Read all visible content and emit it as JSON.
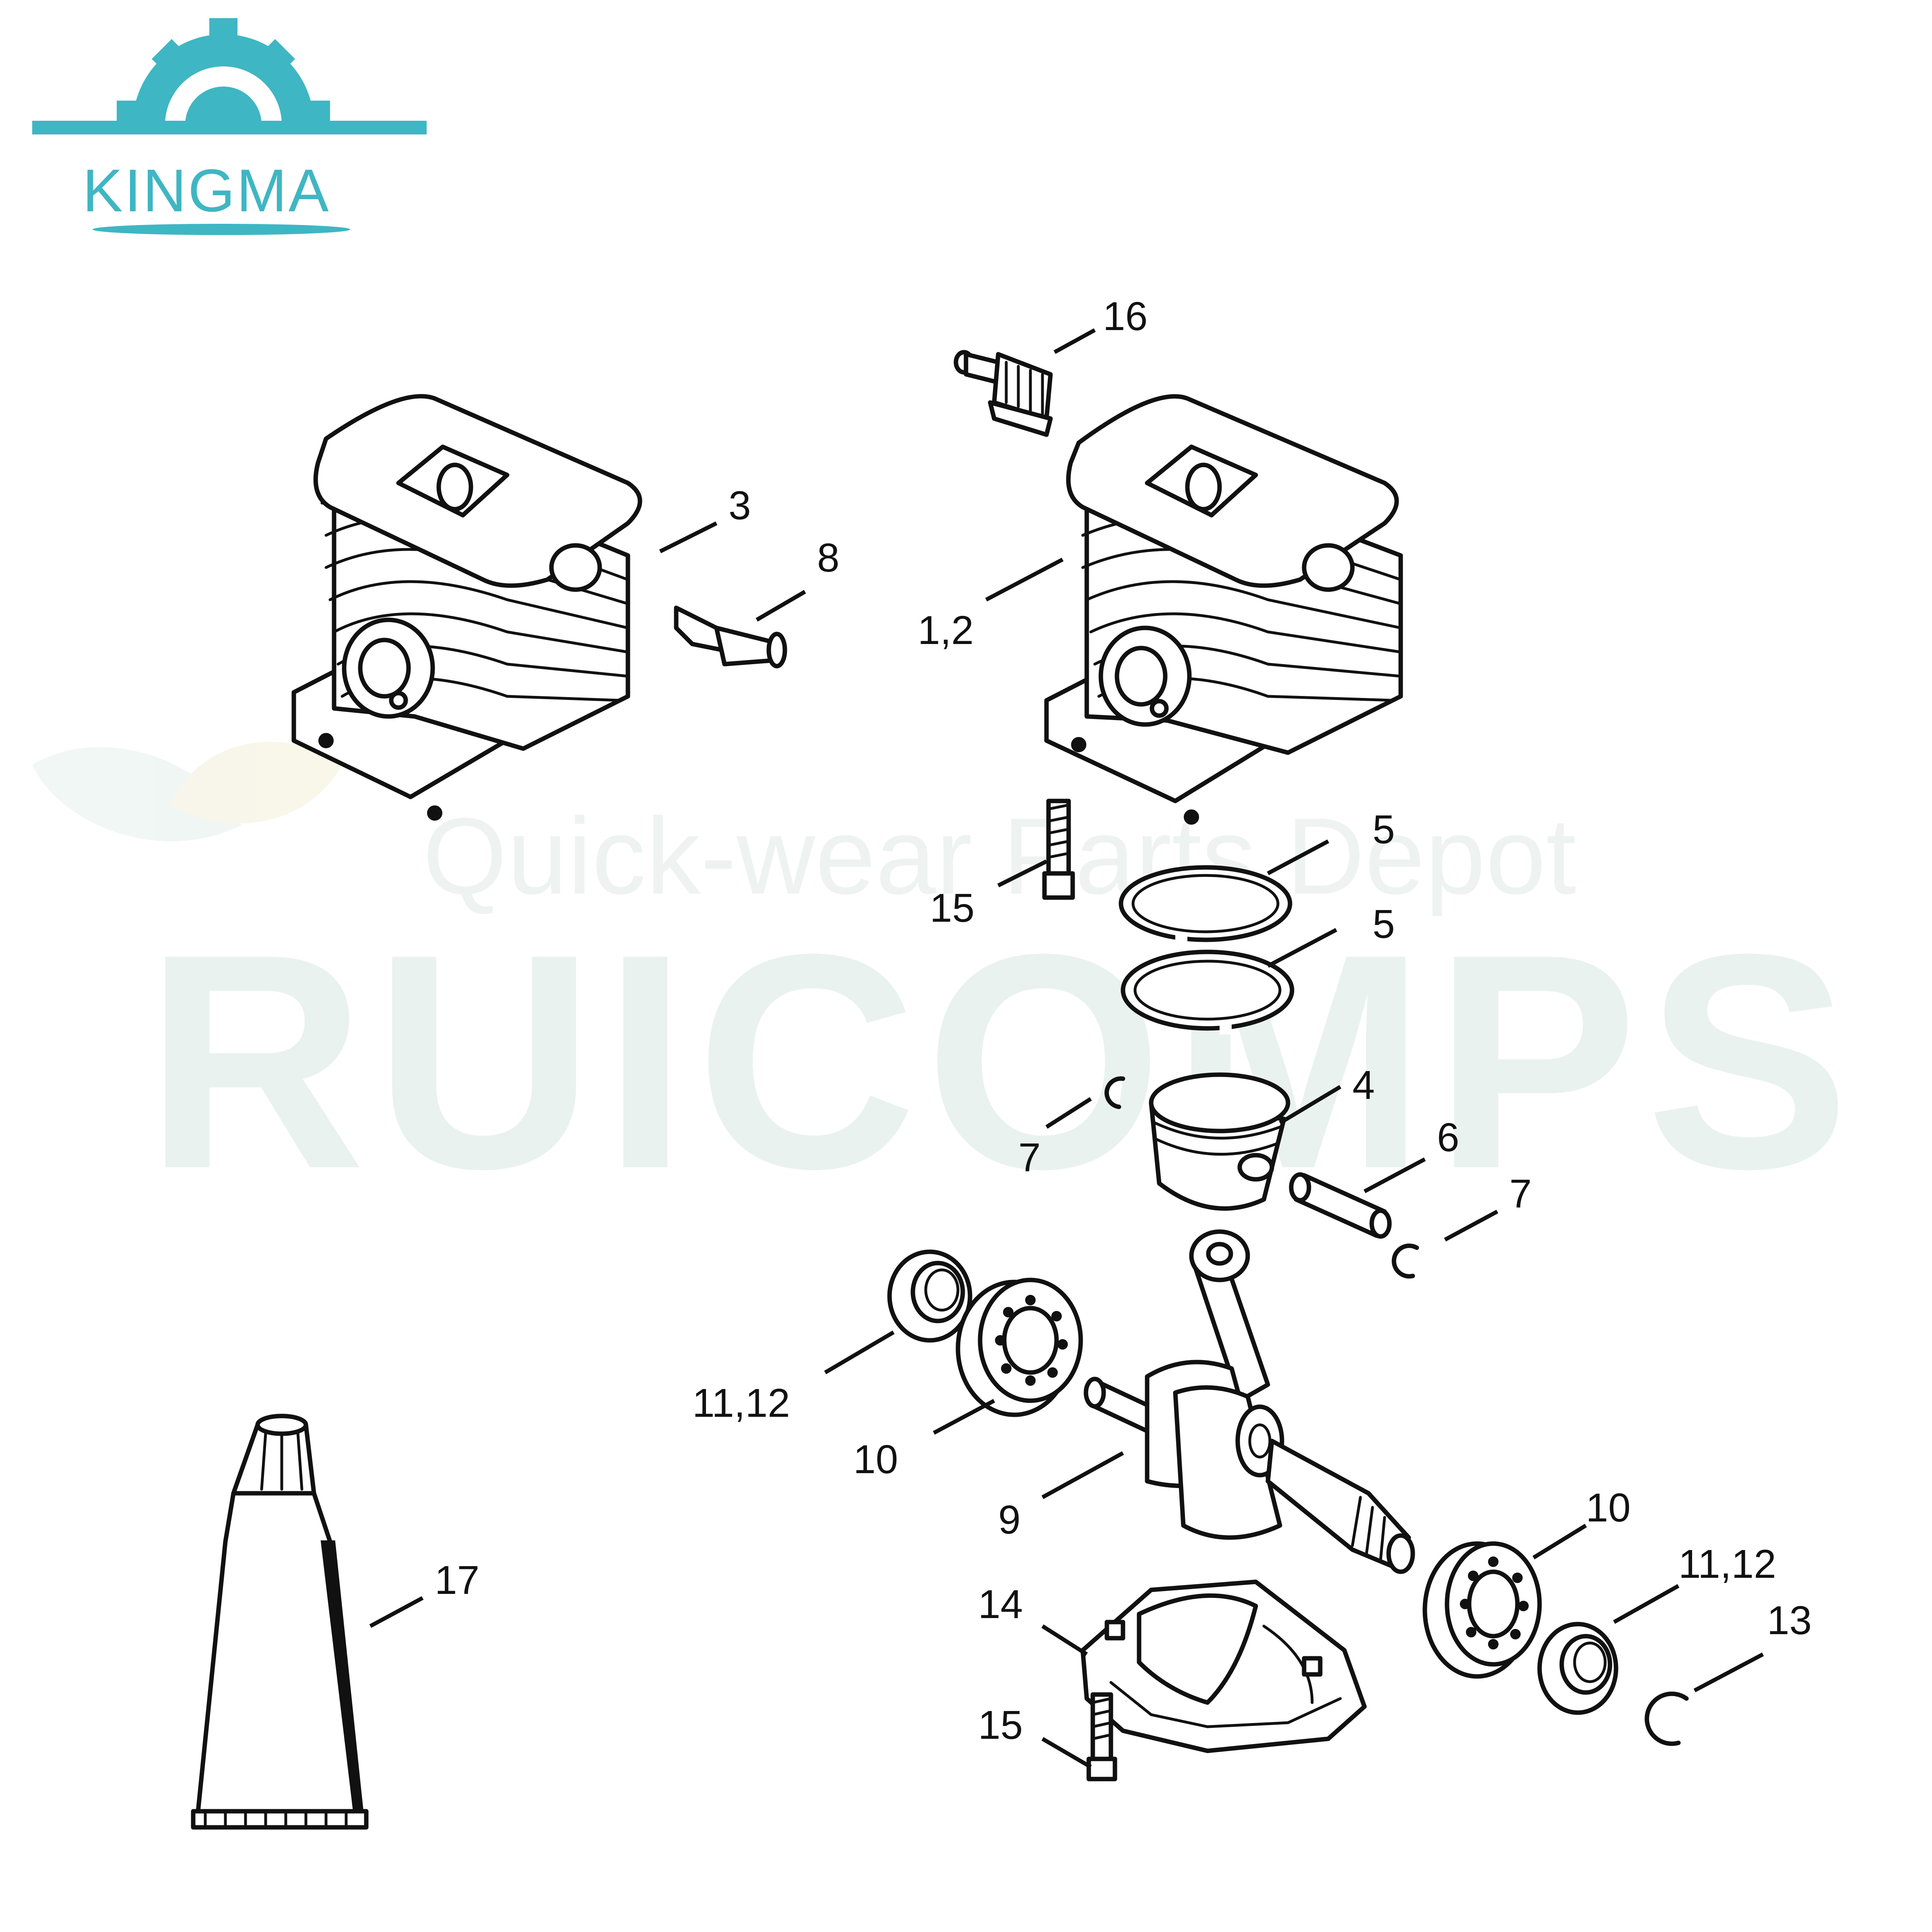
{
  "logo": {
    "text": "KINGMA",
    "color": "#3fb6c3"
  },
  "watermark": {
    "line1": "Quick-wear Parts Depot",
    "line2": "RUICOMPS",
    "color": "#e8f1ee"
  },
  "parts": [
    {
      "id": "label-16",
      "text": "16",
      "part": "decompression-valve"
    },
    {
      "id": "label-3",
      "text": "3",
      "part": "cylinder-left"
    },
    {
      "id": "label-8",
      "text": "8",
      "part": "valve-fitting"
    },
    {
      "id": "label-1-2",
      "text": "1,2",
      "part": "cylinder-right"
    },
    {
      "id": "label-15-top",
      "text": "15",
      "part": "screw-top"
    },
    {
      "id": "label-5-upper",
      "text": "5",
      "part": "piston-ring-upper"
    },
    {
      "id": "label-5-lower",
      "text": "5",
      "part": "piston-ring-lower"
    },
    {
      "id": "label-4",
      "text": "4",
      "part": "piston"
    },
    {
      "id": "label-7-left",
      "text": "7",
      "part": "circlip-left"
    },
    {
      "id": "label-6",
      "text": "6",
      "part": "piston-pin"
    },
    {
      "id": "label-7-right",
      "text": "7",
      "part": "circlip-right"
    },
    {
      "id": "label-11-12-left",
      "text": "11,12",
      "part": "oil-seal-left"
    },
    {
      "id": "label-10-left",
      "text": "10",
      "part": "bearing-left"
    },
    {
      "id": "label-9",
      "text": "9",
      "part": "crankshaft"
    },
    {
      "id": "label-10-right",
      "text": "10",
      "part": "bearing-right"
    },
    {
      "id": "label-11-12-right",
      "text": "11,12",
      "part": "oil-seal-right"
    },
    {
      "id": "label-13",
      "text": "13",
      "part": "snap-ring"
    },
    {
      "id": "label-14",
      "text": "14",
      "part": "oil-pan"
    },
    {
      "id": "label-15-bottom",
      "text": "15",
      "part": "screw-bottom"
    },
    {
      "id": "label-17",
      "text": "17",
      "part": "sealant-tube"
    }
  ]
}
